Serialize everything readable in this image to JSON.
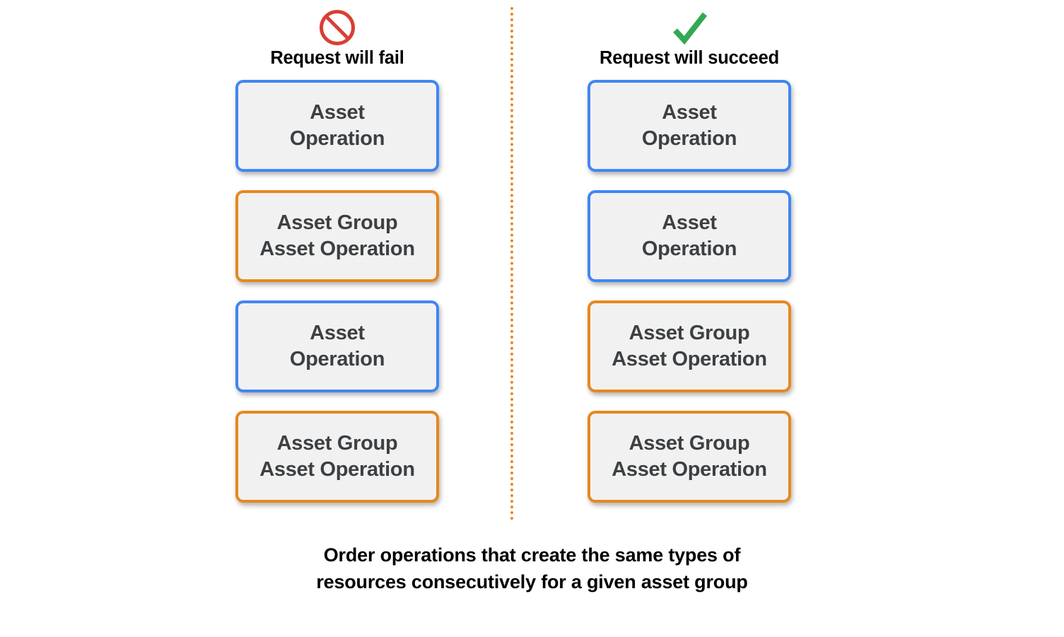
{
  "colors": {
    "accent_blue": "#4285f4",
    "accent_orange": "#e8871e",
    "fail_icon_red": "#d93f35",
    "success_icon_green": "#34a853",
    "box_fill": "#f1f1f1",
    "box_text": "#3c4043",
    "heading_text": "#000000",
    "divider": "#e8871e",
    "background": "#ffffff"
  },
  "columns": [
    {
      "id": "fail",
      "icon": "prohibition-icon",
      "title": "Request will fail",
      "boxes": [
        {
          "label": "Asset\nOperation",
          "accent": "blue"
        },
        {
          "label": "Asset Group\nAsset Operation",
          "accent": "orange"
        },
        {
          "label": "Asset\nOperation",
          "accent": "blue"
        },
        {
          "label": "Asset Group\nAsset Operation",
          "accent": "orange"
        }
      ]
    },
    {
      "id": "succeed",
      "icon": "checkmark-icon",
      "title": "Request will succeed",
      "boxes": [
        {
          "label": "Asset\nOperation",
          "accent": "blue"
        },
        {
          "label": "Asset\nOperation",
          "accent": "blue"
        },
        {
          "label": "Asset Group\nAsset Operation",
          "accent": "orange"
        },
        {
          "label": "Asset Group\nAsset Operation",
          "accent": "orange"
        }
      ]
    }
  ],
  "caption": "Order operations that create the same types of\nresources consecutively for a given asset group"
}
